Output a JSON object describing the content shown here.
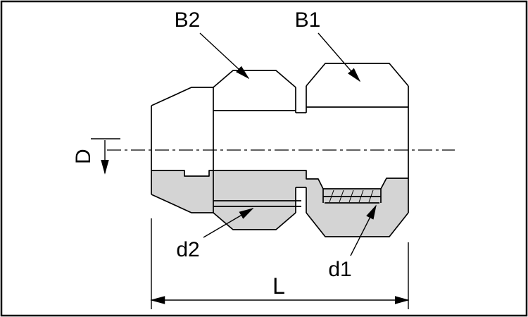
{
  "drawing": {
    "labels": {
      "b2": "B2",
      "b1": "B1",
      "diameter_D": "D",
      "d2": "d2",
      "d1": "d1",
      "length_L": "L"
    },
    "colors": {
      "line": "#000000",
      "section_fill": "#d4d4d4",
      "background": "#ffffff"
    }
  }
}
